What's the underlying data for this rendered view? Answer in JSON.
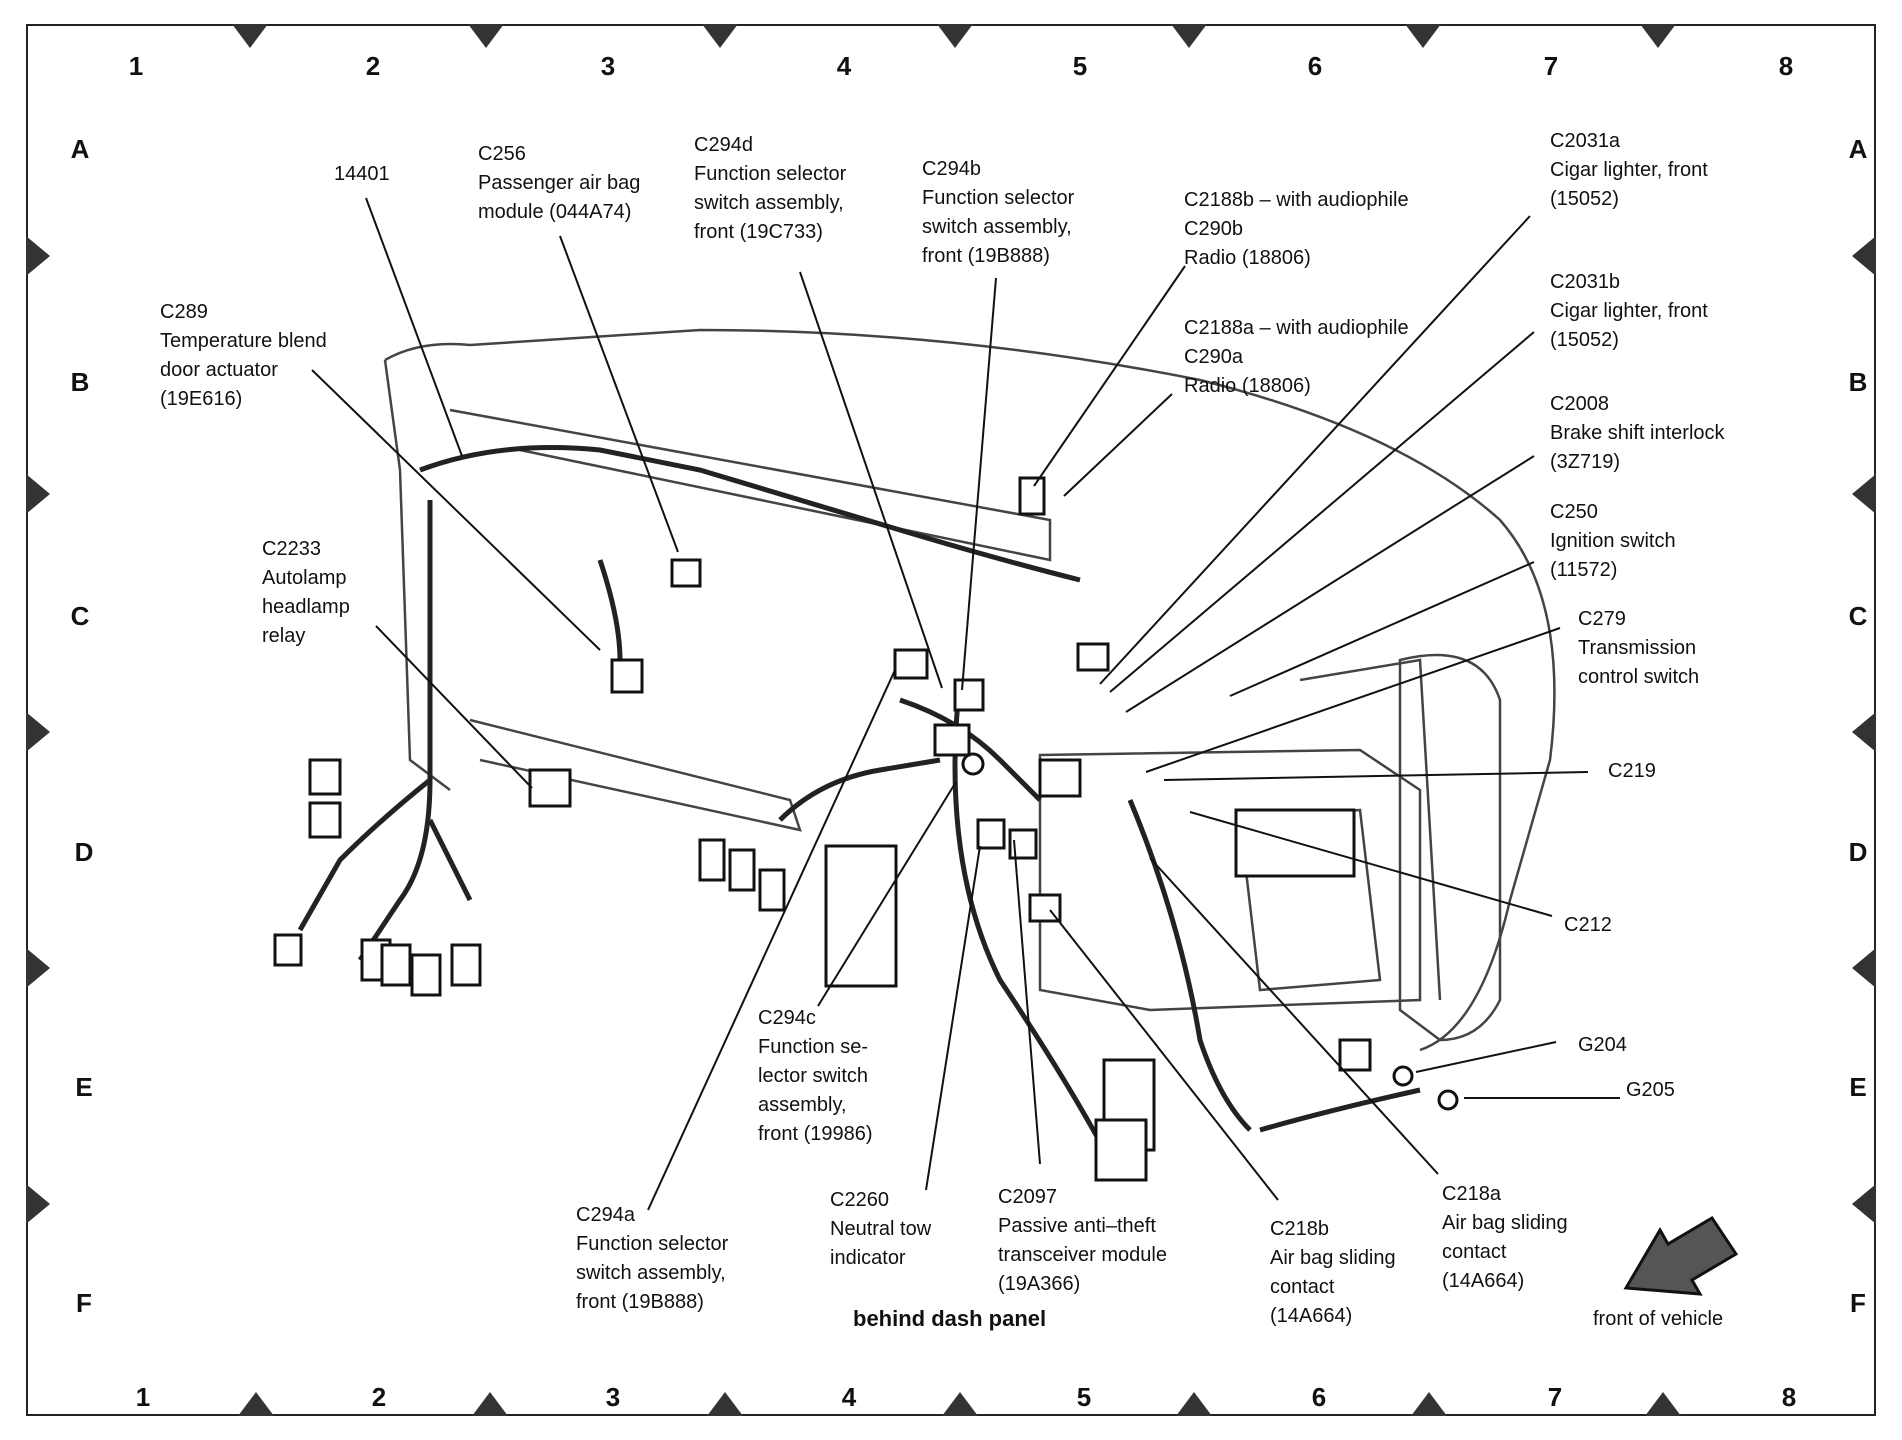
{
  "grid": {
    "columns": [
      "1",
      "2",
      "3",
      "4",
      "5",
      "6",
      "7",
      "8"
    ],
    "rows": [
      "A",
      "B",
      "C",
      "D",
      "E",
      "F"
    ]
  },
  "callouts": {
    "c14401": "14401",
    "c256": "C256\nPassenger air bag\nmodule (044A74)",
    "c294d": "C294d\nFunction selector\nswitch assembly,\nfront (19C733)",
    "c294b": "C294b\nFunction selector\nswitch assembly,\nfront (19B888)",
    "c2188b": "C2188b – with audiophile\nC290b\nRadio (18806)",
    "c2188a": "C2188a – with audiophile\nC290a\nRadio (18806)",
    "c2031a": "C2031a\nCigar lighter, front\n(15052)",
    "c2031b": "C2031b\nCigar lighter, front\n(15052)",
    "c2008": "C2008\nBrake shift interlock\n(3Z719)",
    "c250": "C250\nIgnition switch\n(11572)",
    "c279": "C279\nTransmission\ncontrol switch",
    "c219": "C219",
    "c212": "C212",
    "g204": "G204",
    "g205": "G205",
    "c289": "C289\nTemperature blend\ndoor actuator\n(19E616)",
    "c2233": "C2233\nAutolamp\nheadlamp\nrelay",
    "c294c": "C294c\nFunction se-\nlector switch\nassembly,\nfront (19986)",
    "c294a": "C294a\nFunction selector\nswitch assembly,\nfront (19B888)",
    "c2260": "C2260\nNeutral tow\nindicator",
    "c2097": "C2097\nPassive anti–theft\ntransceiver module\n(19A366)",
    "c218b": "C218b\nAir bag sliding\ncontact\n(14A664)",
    "c218a": "C218a\nAir bag sliding\ncontact\n(14A664)"
  },
  "caption": "behind dash panel",
  "front_of_vehicle": "front of vehicle",
  "colors": {
    "line": "#111111",
    "marker": "#333333",
    "arrow_fill": "#555555"
  }
}
